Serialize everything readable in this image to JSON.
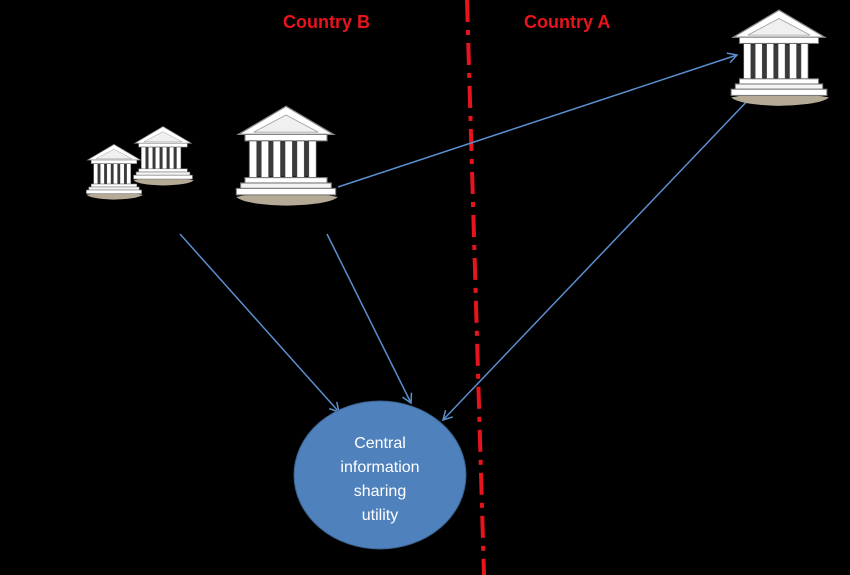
{
  "colors": {
    "background": "#000000",
    "country_label": "#e8141c",
    "border_line": "#e8141c",
    "arrow": "#5b8fd0",
    "hub_fill": "#4f81bd",
    "hub_text": "#ffffff"
  },
  "countries": {
    "b": {
      "label": "Country B"
    },
    "a": {
      "label": "Country A"
    }
  },
  "hub": {
    "lines": [
      "Central",
      "information",
      "sharing",
      "utility"
    ]
  },
  "icons": {
    "institution": "bank-building-icon"
  }
}
